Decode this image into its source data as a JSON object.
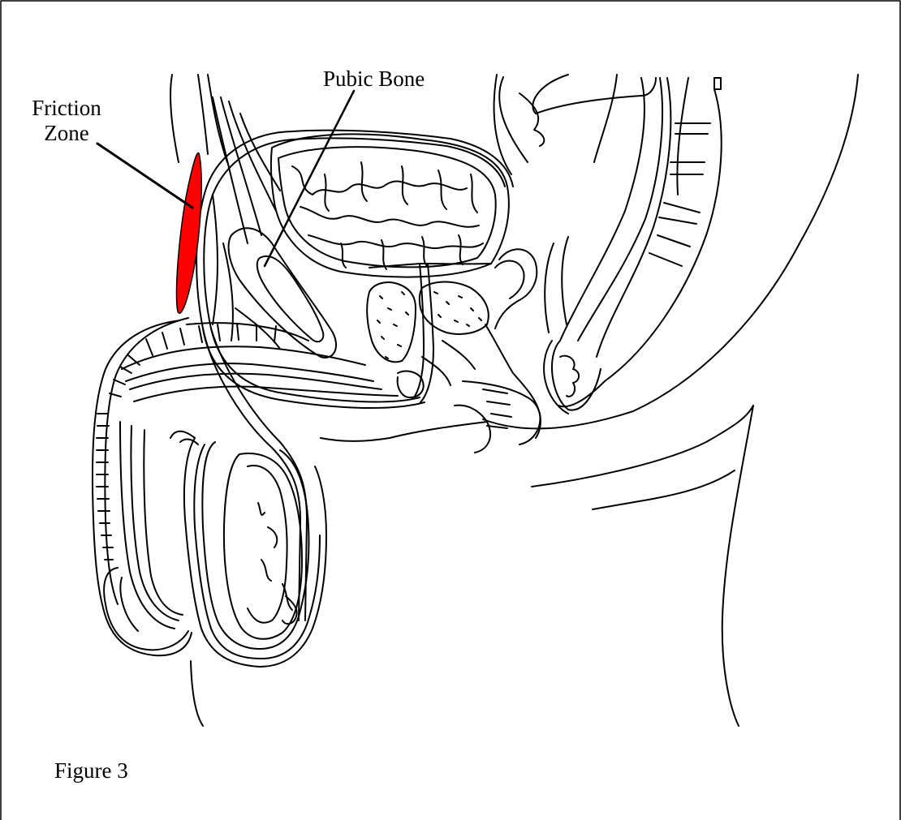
{
  "labels": {
    "friction_zone_line1": "Friction",
    "friction_zone_line2": "Zone",
    "pubic_bone": "Pubic Bone",
    "figure_caption": "Figure 3"
  },
  "colors": {
    "friction_zone_fill": "#ff0000",
    "line": "#000000",
    "background": "#ffffff"
  }
}
